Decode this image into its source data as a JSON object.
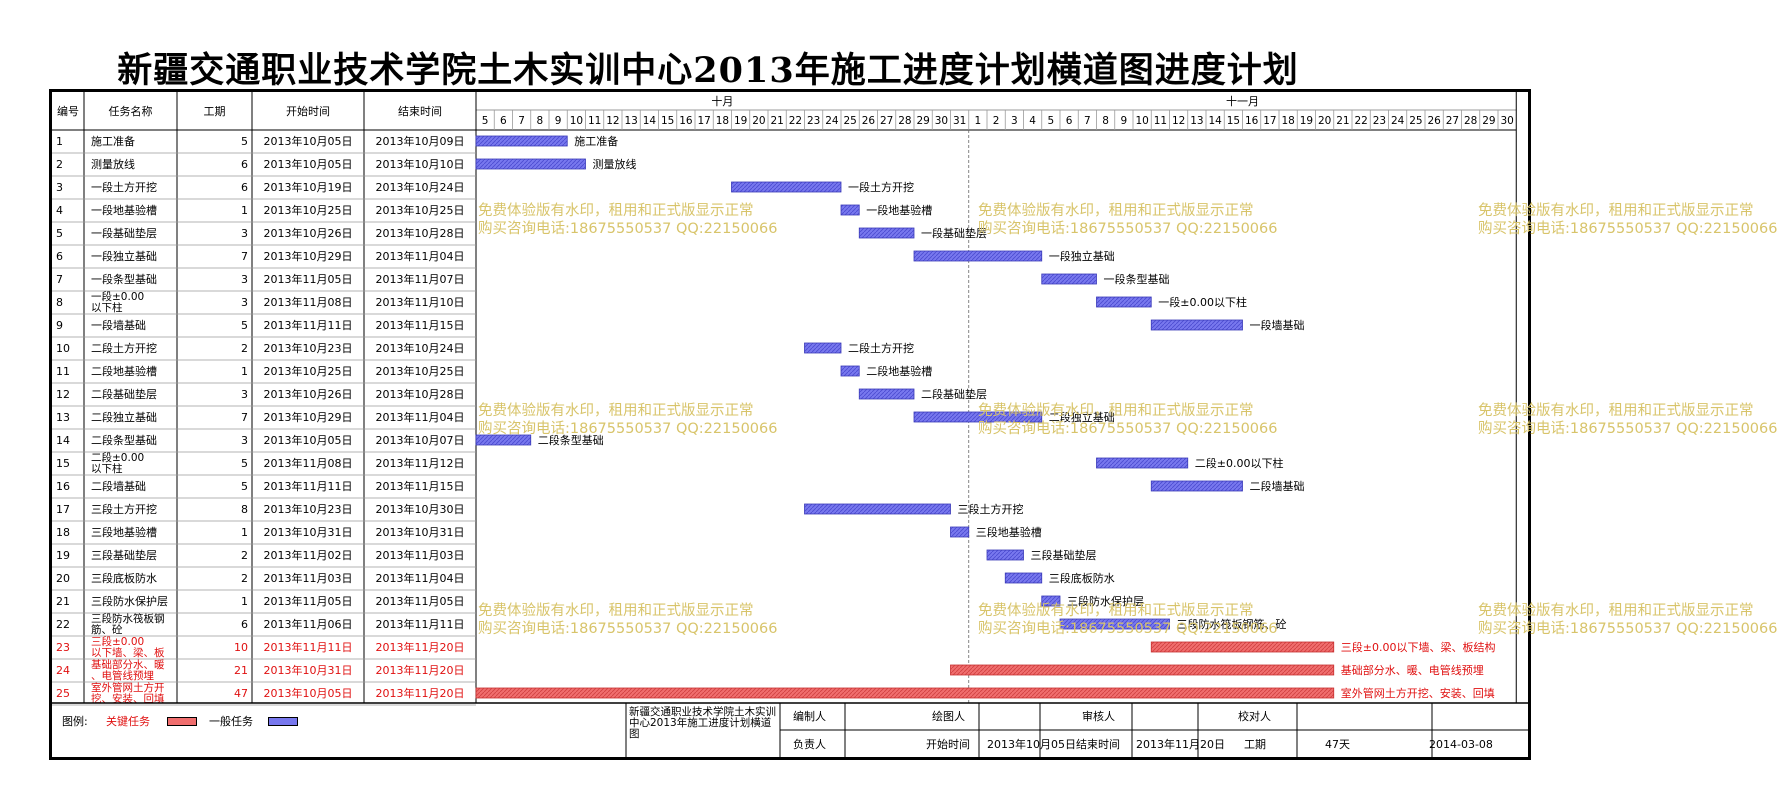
{
  "title": "新疆交通职业技术学院土木实训中心2013年施工进度计划横道图进度计划",
  "headers": {
    "id": "编号",
    "name": "任务名称",
    "duration": "工期",
    "start": "开始时间",
    "end": "结束时间",
    "month1": "十月",
    "month2": "十一月"
  },
  "days_oct": [
    "5",
    "6",
    "7",
    "8",
    "9",
    "10",
    "11",
    "12",
    "13",
    "14",
    "15",
    "16",
    "17",
    "18",
    "19",
    "20",
    "21",
    "22",
    "23",
    "24",
    "25",
    "26",
    "27",
    "28",
    "29",
    "30",
    "31"
  ],
  "days_nov": [
    "1",
    "2",
    "3",
    "4",
    "5",
    "6",
    "7",
    "8",
    "9",
    "10",
    "11",
    "12",
    "13",
    "14",
    "15",
    "16",
    "17",
    "18",
    "19",
    "20",
    "21",
    "22",
    "23",
    "24",
    "25",
    "26",
    "27",
    "28",
    "29",
    "30"
  ],
  "tasks": [
    {
      "id": "1",
      "name": "施工准备",
      "duration": "5",
      "start": "2013年10月05日",
      "end": "2013年10月09日",
      "s": 0,
      "d": 5,
      "label": "施工准备",
      "critical": false
    },
    {
      "id": "2",
      "name": "测量放线",
      "duration": "6",
      "start": "2013年10月05日",
      "end": "2013年10月10日",
      "s": 0,
      "d": 6,
      "label": "测量放线",
      "critical": false
    },
    {
      "id": "3",
      "name": "一段土方开挖",
      "duration": "6",
      "start": "2013年10月19日",
      "end": "2013年10月24日",
      "s": 14,
      "d": 6,
      "label": "一段土方开挖",
      "critical": false
    },
    {
      "id": "4",
      "name": "一段地基验槽",
      "duration": "1",
      "start": "2013年10月25日",
      "end": "2013年10月25日",
      "s": 20,
      "d": 1,
      "label": "一段地基验槽",
      "critical": false
    },
    {
      "id": "5",
      "name": "一段基础垫层",
      "duration": "3",
      "start": "2013年10月26日",
      "end": "2013年10月28日",
      "s": 21,
      "d": 3,
      "label": "一段基础垫层",
      "critical": false
    },
    {
      "id": "6",
      "name": "一段独立基础",
      "duration": "7",
      "start": "2013年10月29日",
      "end": "2013年11月04日",
      "s": 24,
      "d": 7,
      "label": "一段独立基础",
      "critical": false
    },
    {
      "id": "7",
      "name": "一段条型基础",
      "duration": "3",
      "start": "2013年11月05日",
      "end": "2013年11月07日",
      "s": 31,
      "d": 3,
      "label": "一段条型基础",
      "critical": false
    },
    {
      "id": "8",
      "name": "一段±0.00以下柱",
      "duration": "3",
      "start": "2013年11月08日",
      "end": "2013年11月10日",
      "s": 34,
      "d": 3,
      "label": "一段±0.00以下柱",
      "critical": false
    },
    {
      "id": "9",
      "name": "一段墙基础",
      "duration": "5",
      "start": "2013年11月11日",
      "end": "2013年11月15日",
      "s": 37,
      "d": 5,
      "label": "一段墙基础",
      "critical": false
    },
    {
      "id": "10",
      "name": "二段土方开挖",
      "duration": "2",
      "start": "2013年10月23日",
      "end": "2013年10月24日",
      "s": 18,
      "d": 2,
      "label": "二段土方开挖",
      "critical": false
    },
    {
      "id": "11",
      "name": "二段地基验槽",
      "duration": "1",
      "start": "2013年10月25日",
      "end": "2013年10月25日",
      "s": 20,
      "d": 1,
      "label": "二段地基验槽",
      "critical": false
    },
    {
      "id": "12",
      "name": "二段基础垫层",
      "duration": "3",
      "start": "2013年10月26日",
      "end": "2013年10月28日",
      "s": 21,
      "d": 3,
      "label": "二段基础垫层",
      "critical": false
    },
    {
      "id": "13",
      "name": "二段独立基础",
      "duration": "7",
      "start": "2013年10月29日",
      "end": "2013年11月04日",
      "s": 24,
      "d": 7,
      "label": "二段独立基础",
      "critical": false
    },
    {
      "id": "14",
      "name": "二段条型基础",
      "duration": "3",
      "start": "2013年10月05日",
      "end": "2013年10月07日",
      "s": 0,
      "d": 3,
      "label": "二段条型基础",
      "critical": false
    },
    {
      "id": "15",
      "name": "二段±0.00以下柱",
      "duration": "5",
      "start": "2013年11月08日",
      "end": "2013年11月12日",
      "s": 34,
      "d": 5,
      "label": "二段±0.00以下柱",
      "critical": false
    },
    {
      "id": "16",
      "name": "二段墙基础",
      "duration": "5",
      "start": "2013年11月11日",
      "end": "2013年11月15日",
      "s": 37,
      "d": 5,
      "label": "二段墙基础",
      "critical": false
    },
    {
      "id": "17",
      "name": "三段土方开挖",
      "duration": "8",
      "start": "2013年10月23日",
      "end": "2013年10月30日",
      "s": 18,
      "d": 8,
      "label": "三段土方开挖",
      "critical": false
    },
    {
      "id": "18",
      "name": "三段地基验槽",
      "duration": "1",
      "start": "2013年10月31日",
      "end": "2013年10月31日",
      "s": 26,
      "d": 1,
      "label": "三段地基验槽",
      "critical": false
    },
    {
      "id": "19",
      "name": "三段基础垫层",
      "duration": "2",
      "start": "2013年11月02日",
      "end": "2013年11月03日",
      "s": 28,
      "d": 2,
      "label": "三段基础垫层",
      "critical": false
    },
    {
      "id": "20",
      "name": "三段底板防水",
      "duration": "2",
      "start": "2013年11月03日",
      "end": "2013年11月04日",
      "s": 29,
      "d": 2,
      "label": "三段底板防水",
      "critical": false
    },
    {
      "id": "21",
      "name": "三段防水保护层",
      "duration": "1",
      "start": "2013年11月05日",
      "end": "2013年11月05日",
      "s": 31,
      "d": 1,
      "label": "三段防水保护层",
      "critical": false
    },
    {
      "id": "22",
      "name": "三段防水筏板钢筋、砼",
      "duration": "6",
      "start": "2013年11月06日",
      "end": "2013年11月11日",
      "s": 32,
      "d": 6,
      "label": "三段防水筏板钢筋、砼",
      "critical": false
    },
    {
      "id": "23",
      "name": "三段±0.00以下墙、梁、板结构",
      "duration": "10",
      "start": "2013年11月11日",
      "end": "2013年11月20日",
      "s": 37,
      "d": 10,
      "label": "三段±0.00以下墙、梁、板结构",
      "critical": true
    },
    {
      "id": "24",
      "name": "基础部分水、暖、电管线预埋",
      "duration": "21",
      "start": "2013年10月31日",
      "end": "2013年11月20日",
      "s": 26,
      "d": 21,
      "label": "基础部分水、暖、电管线预埋",
      "critical": true
    },
    {
      "id": "25",
      "name": "室外管网土方开挖、安装、回填",
      "duration": "47",
      "start": "2013年10月05日",
      "end": "2013年11月20日",
      "s": 0,
      "d": 47,
      "label": "室外管网土方开挖、安装、回填",
      "critical": true
    }
  ],
  "watermark": {
    "line1": "免费体验版有水印，租用和正式版显示正常",
    "line2": "购买咨询电话:18675550537 QQ:22150066"
  },
  "legend": {
    "label": "图例:",
    "critical": "关键任务",
    "normal": "一般任务"
  },
  "footer": {
    "project": "新疆交通职业技术学院土木实训中心2013年施工进度计划横道图",
    "editor_label": "编制人",
    "drawer_label": "绘图人",
    "reviewer_label": "审核人",
    "checker_label": "校对人",
    "owner_label": "负责人",
    "start_label": "开始时间",
    "start_value": "2013年10月05日",
    "end_label": "结束时间",
    "end_value": "2013年11月20日",
    "duration_label": "工期",
    "duration_value": "47天",
    "date_value": "2014-03-08"
  },
  "colors": {
    "normal_bar": "#7878ee",
    "critical_bar": "#f06e6e",
    "critical_text": "#e01010",
    "watermark": "#d8c46a"
  }
}
